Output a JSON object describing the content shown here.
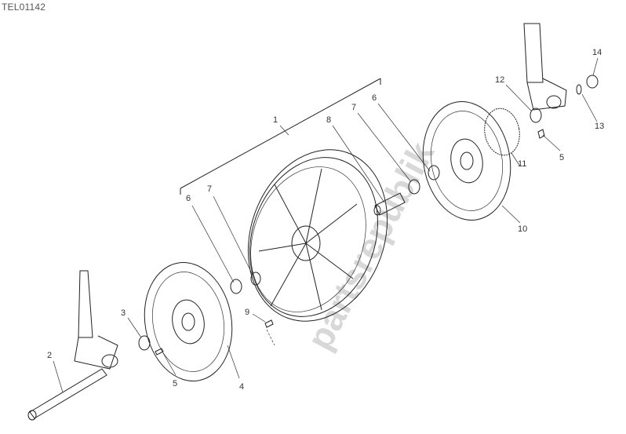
{
  "diagram_code": "TEL01142",
  "watermark": "partsrepublik",
  "callouts": [
    {
      "label": "1"
    },
    {
      "label": "2"
    },
    {
      "label": "3"
    },
    {
      "label": "4"
    },
    {
      "label": "5"
    },
    {
      "label": "5"
    },
    {
      "label": "6"
    },
    {
      "label": "6"
    },
    {
      "label": "7"
    },
    {
      "label": "7"
    },
    {
      "label": "8"
    },
    {
      "label": "9"
    },
    {
      "label": "10"
    },
    {
      "label": "11"
    },
    {
      "label": "12"
    },
    {
      "label": "13"
    },
    {
      "label": "14"
    }
  ]
}
